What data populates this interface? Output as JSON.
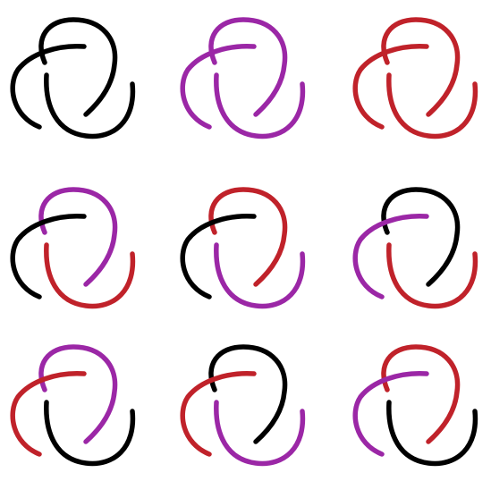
{
  "colors": {
    "black": "#000000",
    "purple": "#9b27a6",
    "red": "#c0222a"
  },
  "knots": [
    {
      "id": "r1c1",
      "arcs": [
        "black",
        "black",
        "black"
      ]
    },
    {
      "id": "r1c2",
      "arcs": [
        "purple",
        "purple",
        "purple"
      ]
    },
    {
      "id": "r1c3",
      "arcs": [
        "red",
        "red",
        "red"
      ]
    },
    {
      "id": "r2c1",
      "arcs": [
        "purple",
        "black",
        "red"
      ]
    },
    {
      "id": "r2c2",
      "arcs": [
        "red",
        "black",
        "purple"
      ]
    },
    {
      "id": "r2c3",
      "arcs": [
        "black",
        "purple",
        "red"
      ]
    },
    {
      "id": "r3c1",
      "arcs": [
        "purple",
        "red",
        "black"
      ]
    },
    {
      "id": "r3c2",
      "arcs": [
        "black",
        "red",
        "purple"
      ]
    },
    {
      "id": "r3c3",
      "arcs": [
        "red",
        "purple",
        "black"
      ]
    }
  ]
}
